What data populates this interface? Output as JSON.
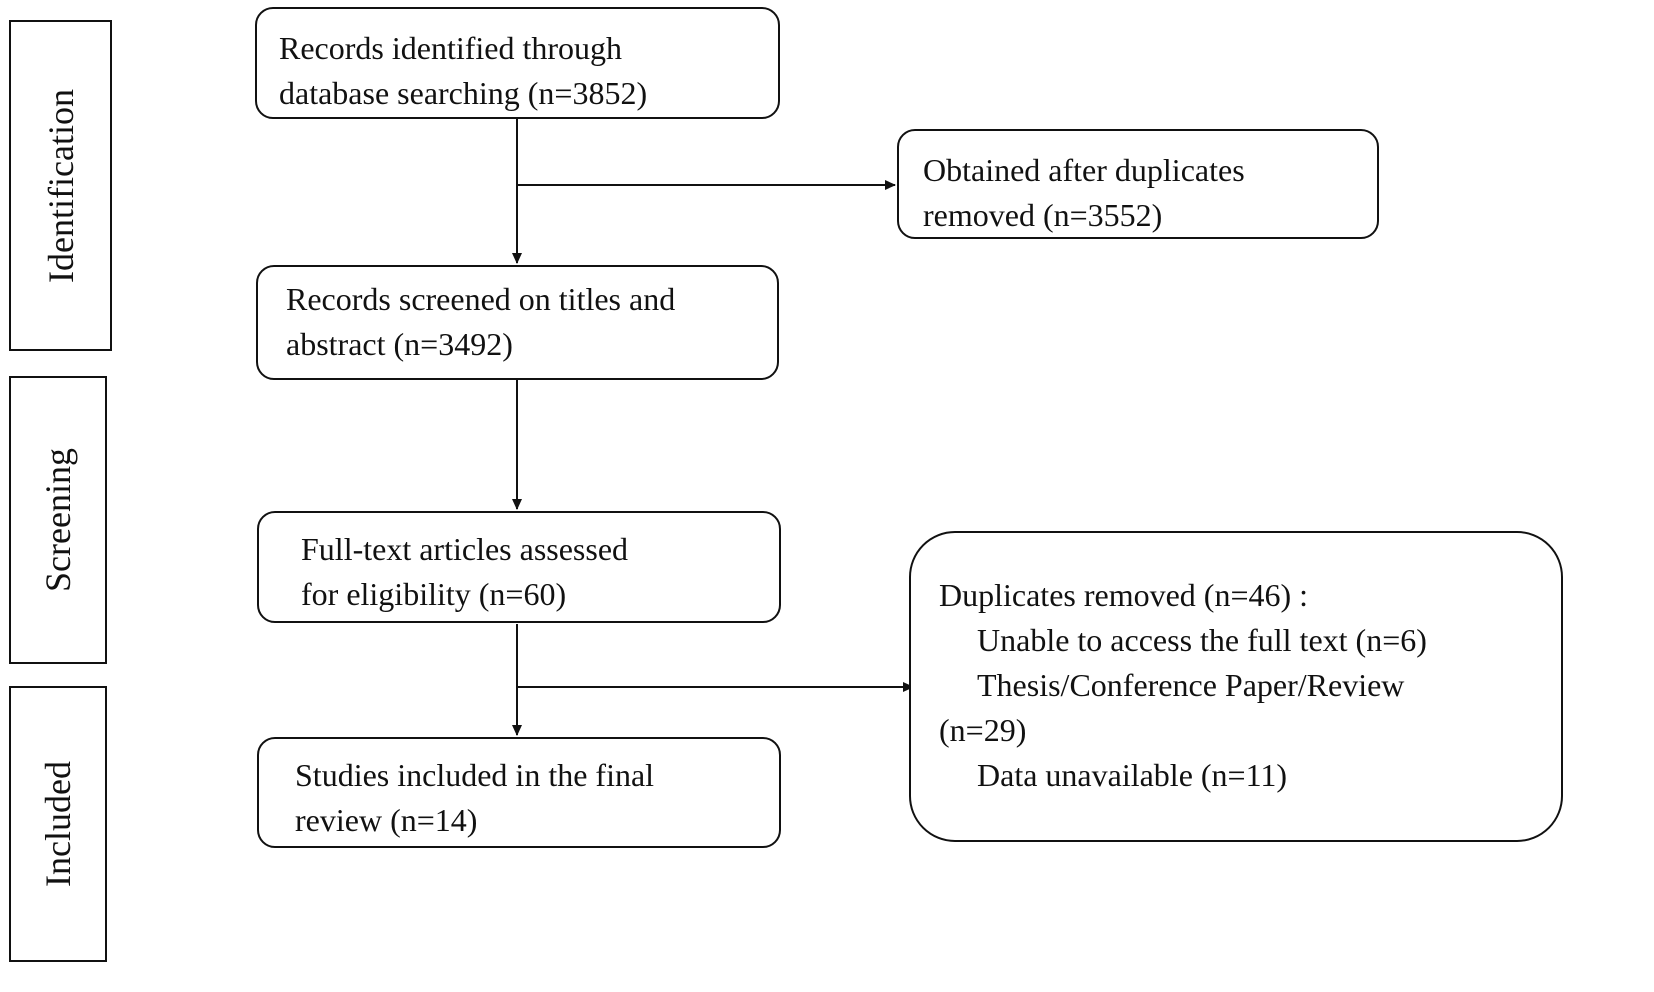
{
  "stages": {
    "identification": "Identification",
    "screening": "Screening",
    "included": "Included"
  },
  "boxes": {
    "records_identified": {
      "line1": "Records identified through",
      "line2": "database searching  (n=3852)"
    },
    "duplicates_removed_obtained": {
      "line1": "Obtained after duplicates",
      "line2": "removed  (n=3552)"
    },
    "records_screened": {
      "line1": "Records screened on titles and",
      "line2": "abstract  (n=3492)"
    },
    "full_text_assessed": {
      "line1": "Full-text articles assessed",
      "line2": "for eligibility (n=60)"
    },
    "exclusions": {
      "header": "Duplicates removed  (n=46) :",
      "item1": "Unable to access the full  text    (n=6)",
      "item2": "Thesis/Conference Paper/Review",
      "item2_count": "(n=29)",
      "item3": "Data unavailable (n=11)"
    },
    "studies_included": {
      "line1": "Studies included in the final",
      "line2": "review (n=14)"
    }
  }
}
